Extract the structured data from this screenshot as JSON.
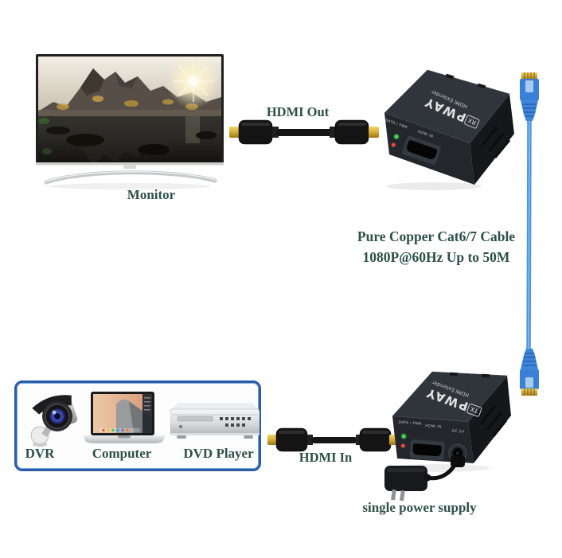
{
  "diagram_title": "HDMI extender over Cat6/7 connection diagram",
  "monitor": {
    "label": "Monitor"
  },
  "hdmi_out": {
    "label": "HDMI Out"
  },
  "hdmi_in": {
    "label": "HDMI In"
  },
  "cat_cable": {
    "line1": "Pure Copper Cat6/7 Cable",
    "line2": "1080P@60Hz Up to 50M"
  },
  "receiver": {
    "brand": "PWAY",
    "product": "HDMI Extender",
    "tag": "RX",
    "panel_left": "DATA / PWR",
    "panel_right": "HDMI IN"
  },
  "transmitter": {
    "brand": "PWAY",
    "product": "HDMI Extender",
    "tag": "TX",
    "panel_left": "DATA / PWR",
    "panel_mid": "HDMI IN",
    "panel_dc": "DC 5V"
  },
  "sources": {
    "dvr": "DVR",
    "computer": "Computer",
    "dvd": "DVD Player"
  },
  "power": {
    "label": "single power supply"
  },
  "colors": {
    "label_text": "#2e5147",
    "source_box_border": "#2a5ca8",
    "ethernet_blue": "#4a94e0",
    "connector_gold": "#d4af37",
    "led_green": "#46d85a",
    "led_red": "#e8483e",
    "device_body": "#2f343a"
  },
  "icons": [
    "monitor-icon",
    "hdmi-cable-icon",
    "extender-box-icon",
    "rj45-connector-icon",
    "ethernet-cable-icon",
    "cctv-camera-icon",
    "laptop-icon",
    "dvd-player-icon",
    "power-adapter-icon",
    "led-indicator-icon",
    "hdmi-port-icon",
    "dc-jack-icon"
  ]
}
